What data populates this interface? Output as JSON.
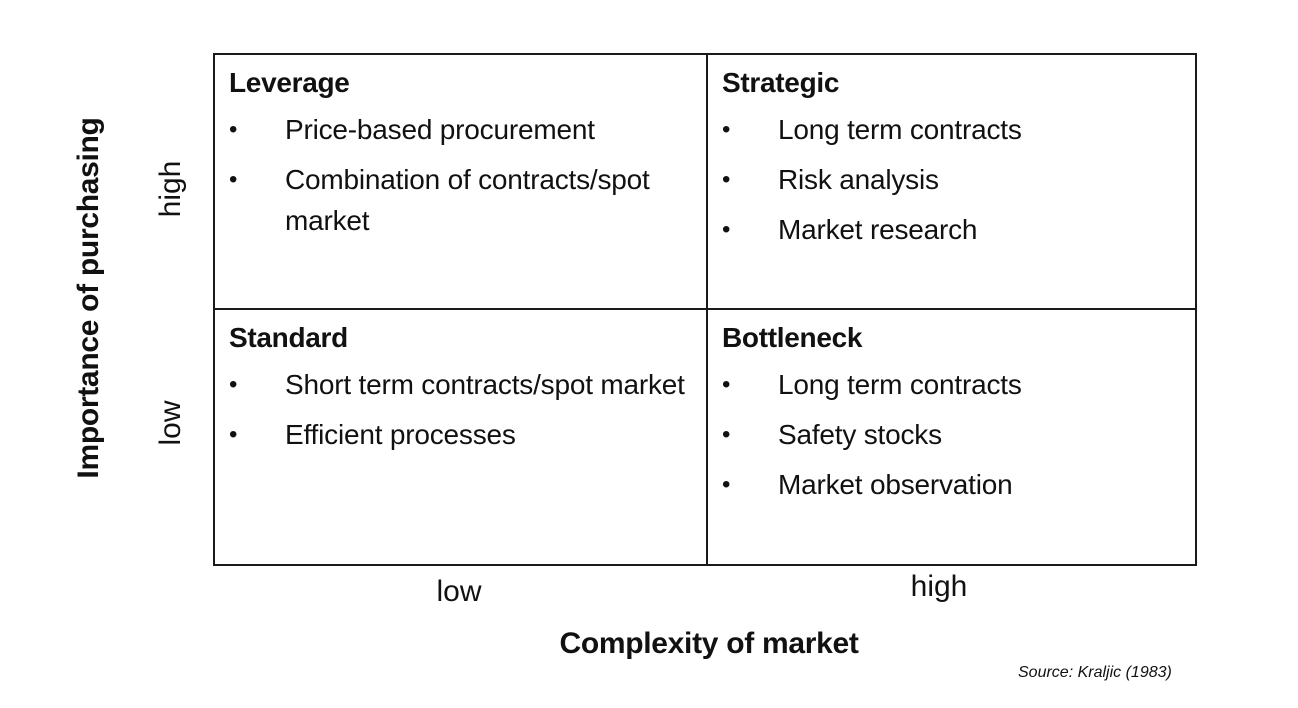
{
  "axes": {
    "y_title": "Importance of purchasing",
    "y_high": "high",
    "y_low": "low",
    "x_title": "Complexity of market",
    "x_low": "low",
    "x_high": "high"
  },
  "quadrants": {
    "top_left": {
      "title": "Leverage",
      "items": [
        "Price-based procurement",
        "Combination of contracts/spot market"
      ]
    },
    "top_right": {
      "title": "Strategic",
      "items": [
        "Long term contracts",
        "Risk analysis",
        "Market research"
      ]
    },
    "bottom_left": {
      "title": "Standard",
      "items": [
        "Short term contracts/spot market",
        "Efficient processes"
      ]
    },
    "bottom_right": {
      "title": "Bottleneck",
      "items": [
        "Long term contracts",
        "Safety stocks",
        "Market observation"
      ]
    }
  },
  "bullet_symbol": "•",
  "source": "Source: Kraljic (1983)",
  "colors": {
    "text": "#111111",
    "lines": "#1a1a1a",
    "background": "#ffffff"
  }
}
